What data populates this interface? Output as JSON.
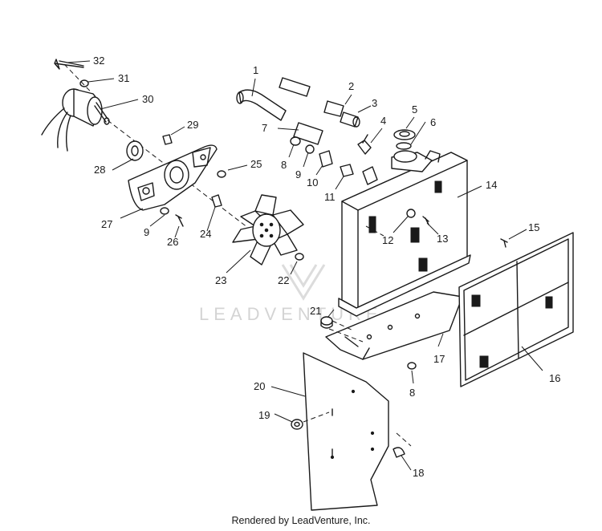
{
  "watermark": "LEADVENTURE",
  "footer": "Rendered by LeadVenture, Inc.",
  "callouts": [
    {
      "id": "c1",
      "label": "1"
    },
    {
      "id": "c2",
      "label": "2"
    },
    {
      "id": "c3",
      "label": "3"
    },
    {
      "id": "c4",
      "label": "4"
    },
    {
      "id": "c5",
      "label": "5"
    },
    {
      "id": "c6",
      "label": "6"
    },
    {
      "id": "c7",
      "label": "7"
    },
    {
      "id": "c8a",
      "label": "8"
    },
    {
      "id": "c8b",
      "label": "8"
    },
    {
      "id": "c9a",
      "label": "9"
    },
    {
      "id": "c9b",
      "label": "9"
    },
    {
      "id": "c10",
      "label": "10"
    },
    {
      "id": "c11",
      "label": "11"
    },
    {
      "id": "c12",
      "label": "12"
    },
    {
      "id": "c13",
      "label": "13"
    },
    {
      "id": "c14",
      "label": "14"
    },
    {
      "id": "c15",
      "label": "15"
    },
    {
      "id": "c16",
      "label": "16"
    },
    {
      "id": "c17",
      "label": "17"
    },
    {
      "id": "c18",
      "label": "18"
    },
    {
      "id": "c19",
      "label": "19"
    },
    {
      "id": "c20",
      "label": "20"
    },
    {
      "id": "c21",
      "label": "21"
    },
    {
      "id": "c22",
      "label": "22"
    },
    {
      "id": "c23",
      "label": "23"
    },
    {
      "id": "c24",
      "label": "24"
    },
    {
      "id": "c25",
      "label": "25"
    },
    {
      "id": "c26",
      "label": "26"
    },
    {
      "id": "c27",
      "label": "27"
    },
    {
      "id": "c28",
      "label": "28"
    },
    {
      "id": "c29",
      "label": "29"
    },
    {
      "id": "c30",
      "label": "30"
    },
    {
      "id": "c31",
      "label": "31"
    },
    {
      "id": "c32",
      "label": "32"
    }
  ]
}
